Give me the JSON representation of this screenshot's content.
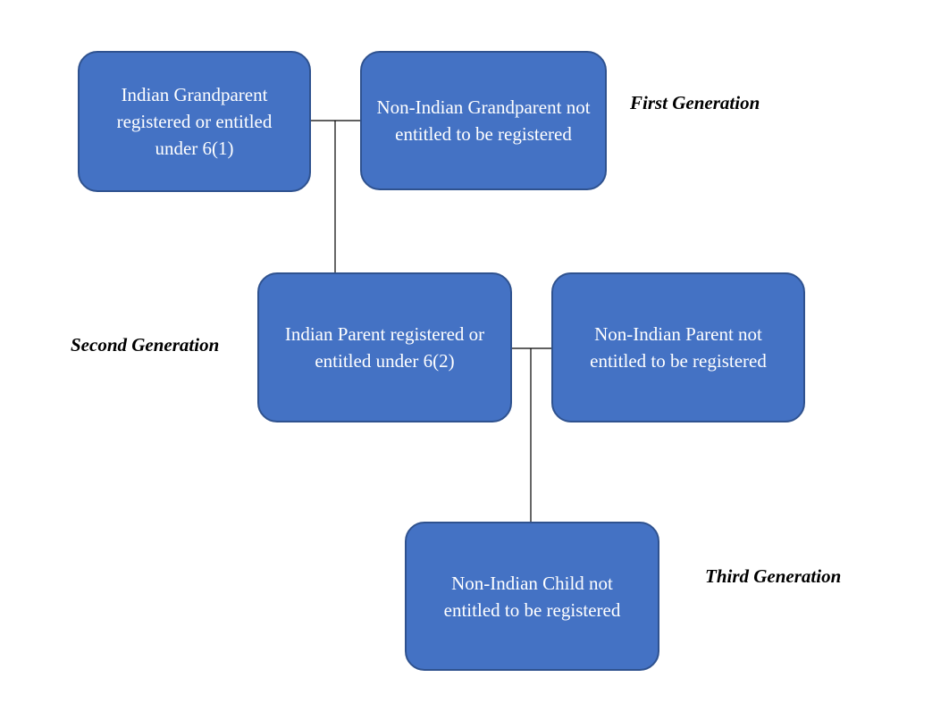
{
  "nodes": {
    "indian_grandparent": "Indian Grandparent registered or entitled under 6(1)",
    "non_indian_grandparent": "Non-Indian Grandparent not entitled to be registered",
    "indian_parent": "Indian Parent registered or entitled under 6(2)",
    "non_indian_parent": "Non-Indian Parent not entitled to be registered",
    "non_indian_child": "Non-Indian Child not entitled to be registered"
  },
  "generations": {
    "first": "First Generation",
    "second": "Second Generation",
    "third": "Third Generation"
  },
  "colors": {
    "node_fill": "#4472c4",
    "node_border": "#2f528f",
    "node_text": "#ffffff",
    "connector": "#000000"
  }
}
